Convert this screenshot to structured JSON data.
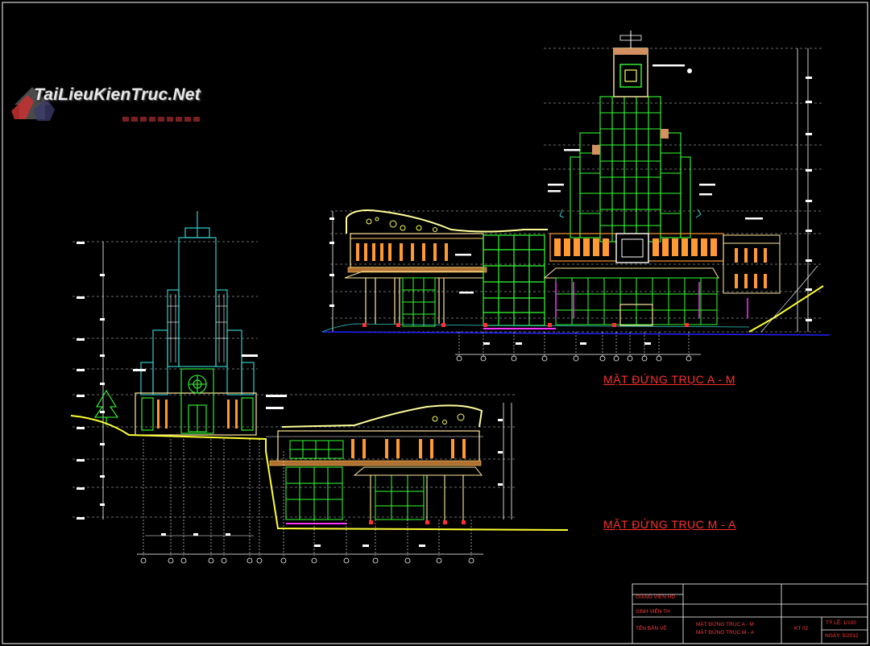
{
  "watermark": {
    "text_main": "TaiLieuKienTruc",
    "text_suffix": ".Net",
    "icon": "house-logo-icon"
  },
  "drawings": [
    {
      "title": "MẶT ĐỨNG TRỤC A - M"
    },
    {
      "title": "MẶT ĐỨNG TRỤC M - A"
    }
  ],
  "title_block": {
    "instructor_label": "GIẢNG VIÊN HD",
    "student_label": "SINH VIÊN TH",
    "drawing_name_label": "TÊN BẢN VẼ",
    "drawing_name_1": "MẶT ĐỨNG TRỤC A - M",
    "drawing_name_2": "MẶT ĐỨNG TRỤC M - A",
    "sheet_no": "KT 02",
    "scale": "TỶ LỆ: 1/100",
    "date": "NGÀY: 5/2012"
  },
  "colors": {
    "background": "#000000",
    "frame": "#ffffff",
    "green": "#33ff33",
    "cyan": "#33cccc",
    "yellow": "#ffff33",
    "orange": "#ff9933",
    "red": "#ff3030",
    "magenta": "#ff33ff",
    "blue": "#2222ff"
  }
}
